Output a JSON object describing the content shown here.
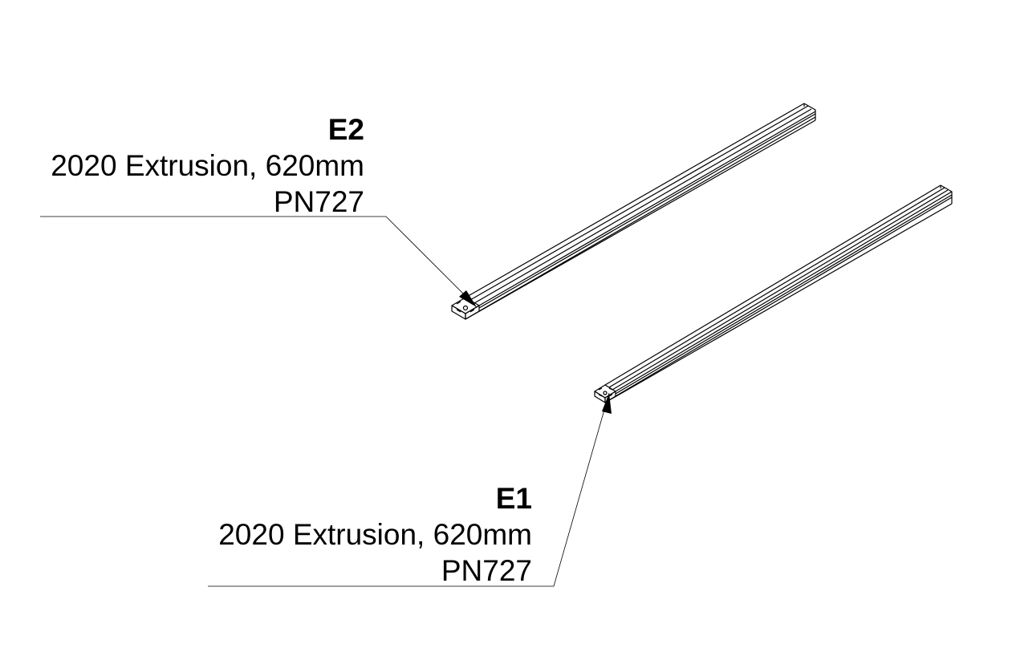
{
  "callouts": {
    "e2": {
      "id": "E2",
      "description": "2020 Extrusion, 620mm",
      "part_number": "PN727"
    },
    "e1": {
      "id": "E1",
      "description": "2020 Extrusion, 620mm",
      "part_number": "PN727"
    }
  },
  "colors": {
    "line": "#000000",
    "background": "#ffffff"
  }
}
